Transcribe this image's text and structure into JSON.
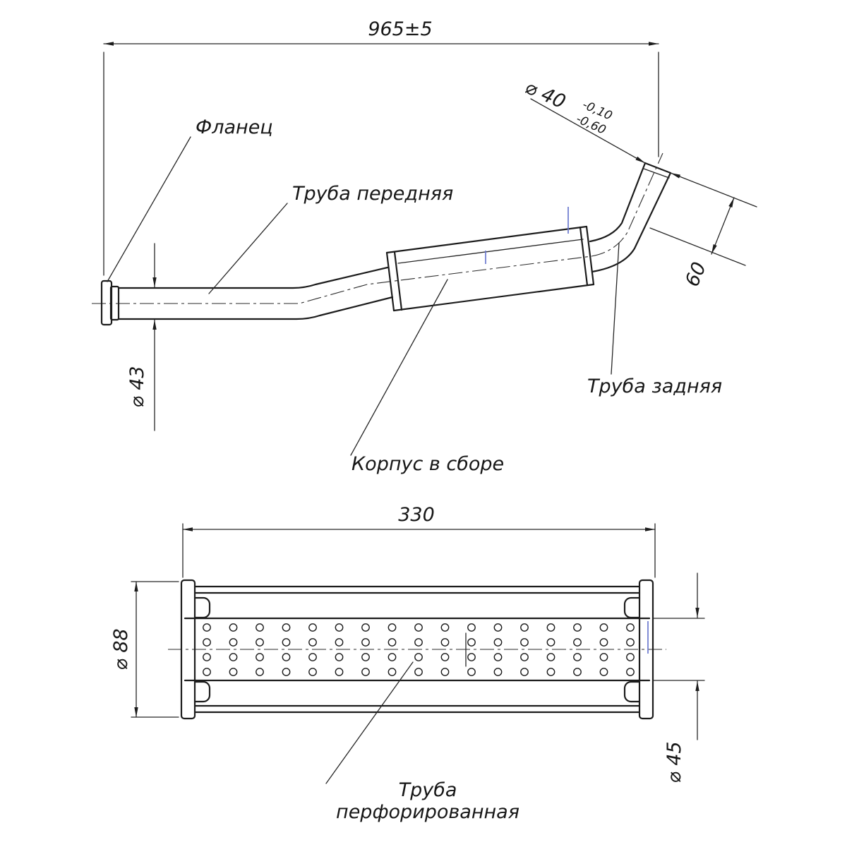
{
  "colors": {
    "line": "#1c1c1c",
    "thin_line": "#262626",
    "seam_tick": "#6b79cf",
    "background": "#ffffff"
  },
  "top_view": {
    "dim_overall_length": "965±5",
    "dia_outlet": "⌀ 40",
    "dia_outlet_tol_upper": "-0,10",
    "dia_outlet_tol_lower": "-0,60",
    "dim_outlet_length": "60",
    "dia_front_pipe": "⌀ 43",
    "label_flange": "Фланец",
    "label_front_pipe": "Труба передняя",
    "label_rear_pipe": "Труба задняя",
    "label_body_assembly": "Корпус в сборе"
  },
  "bottom_view": {
    "dim_body_length": "330",
    "dia_body": "⌀ 88",
    "dia_perforated_pipe": "⌀ 45",
    "label_perforated_pipe_line1": "Труба",
    "label_perforated_pipe_line2": "перфорированная"
  }
}
